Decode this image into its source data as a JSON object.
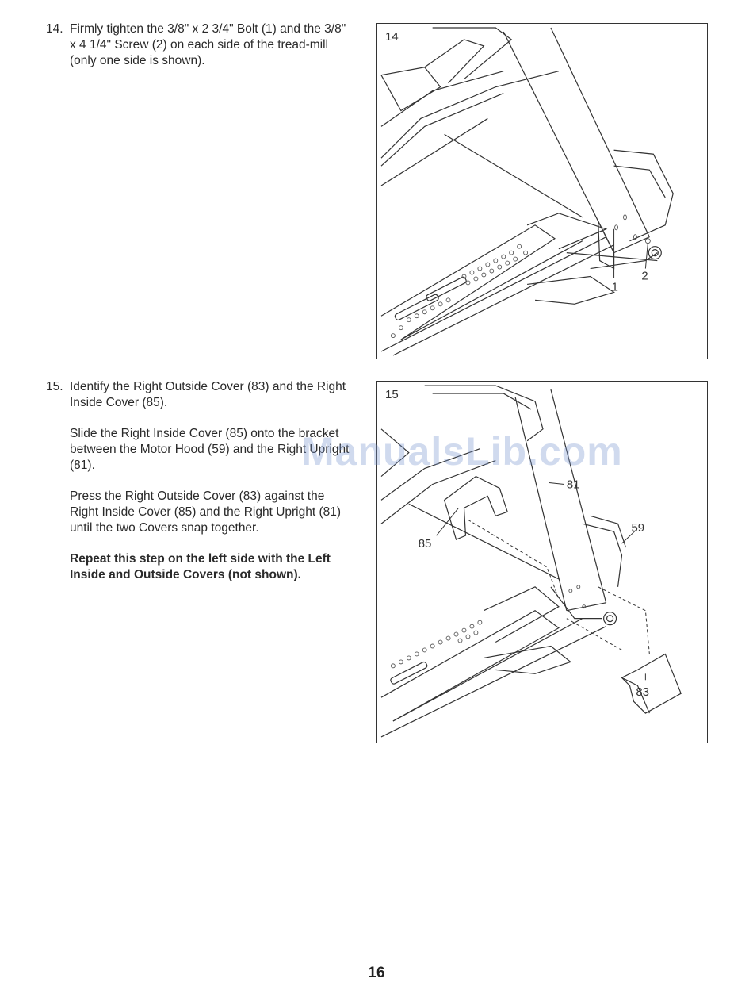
{
  "step14": {
    "number": "14.",
    "text": "Firmly tighten the 3/8\" x 2 3/4\" Bolt (1) and the 3/8\" x 4 1/4\" Screw (2) on each side of the tread-mill (only one side is shown)."
  },
  "step15": {
    "number": "15.",
    "para1": "Identify the Right Outside Cover (83) and the Right Inside Cover (85).",
    "para2": "Slide the Right Inside Cover (85) onto the bracket between the Motor Hood (59) and the Right Upright (81).",
    "para3": "Press the Right Outside Cover (83) against the Right Inside Cover (85) and the Right Upright (81) until the two Covers snap together.",
    "para4": "Repeat this step on the left side with the Left Inside and Outside Covers (not shown)."
  },
  "figure14": {
    "label": "14",
    "callouts": {
      "bolt": "1",
      "screw": "2"
    }
  },
  "figure15": {
    "label": "15",
    "callouts": {
      "upright": "81",
      "hood": "59",
      "inside_cover": "85",
      "outside_cover": "83"
    }
  },
  "watermark": "ManualsLib.com",
  "page_number": "16"
}
